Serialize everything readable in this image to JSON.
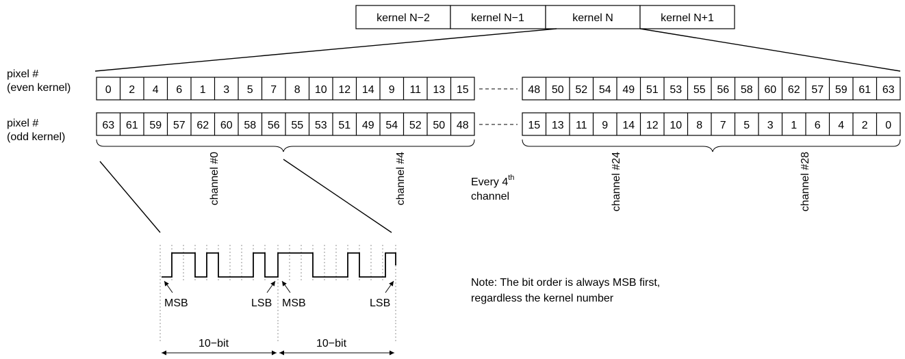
{
  "kernels": [
    "kernel N−2",
    "kernel N−1",
    "kernel N",
    "kernel N+1"
  ],
  "rows": [
    {
      "label": [
        "pixel #",
        "(even kernel)"
      ],
      "left": [
        "0",
        "2",
        "4",
        "6",
        "1",
        "3",
        "5",
        "7",
        "8",
        "10",
        "12",
        "14",
        "9",
        "11",
        "13",
        "15"
      ],
      "right": [
        "48",
        "50",
        "52",
        "54",
        "49",
        "51",
        "53",
        "55",
        "56",
        "58",
        "60",
        "62",
        "57",
        "59",
        "61",
        "63"
      ]
    },
    {
      "label": [
        "pixel #",
        "(odd kernel)"
      ],
      "left": [
        "63",
        "61",
        "59",
        "57",
        "62",
        "60",
        "58",
        "56",
        "55",
        "53",
        "51",
        "49",
        "54",
        "52",
        "50",
        "48"
      ],
      "right": [
        "15",
        "13",
        "11",
        "9",
        "14",
        "12",
        "10",
        "8",
        "7",
        "5",
        "3",
        "1",
        "6",
        "4",
        "2",
        "0"
      ]
    }
  ],
  "channels": [
    "channel #0",
    "channel #4",
    "channel #24",
    "channel #28"
  ],
  "every": {
    "prefix": "Every 4",
    "sup": "th",
    "line2": "channel"
  },
  "bits": {
    "msb": "MSB",
    "lsb": "LSB",
    "width": "10−bit"
  },
  "note": [
    "Note:  The bit order is always MSB first,",
    "regardless the kernel number"
  ]
}
